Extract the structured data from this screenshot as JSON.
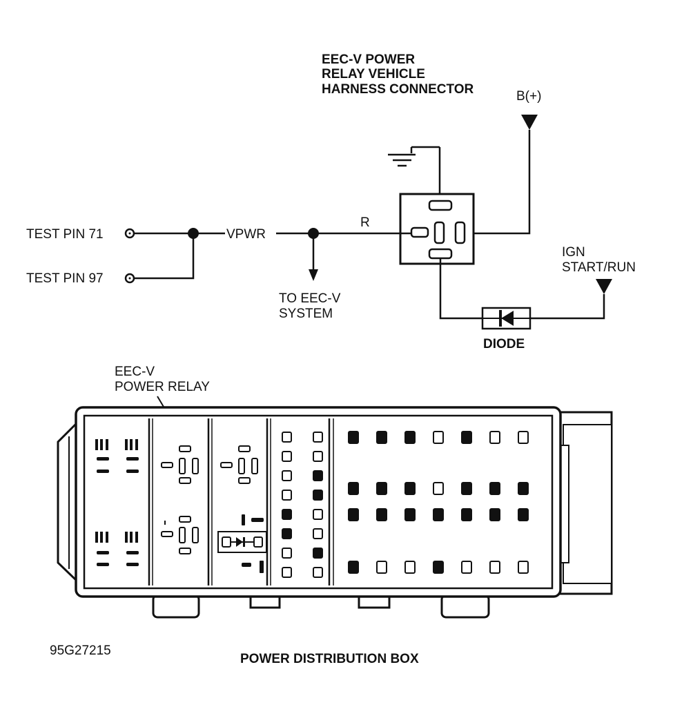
{
  "diagram": {
    "connector_title": [
      "EEC-V POWER",
      "RELAY VEHICLE",
      "HARNESS CONNECTOR"
    ],
    "b_plus": "B(+)",
    "ign_label": [
      "IGN",
      "START/RUN"
    ],
    "test_pin_71": "TEST PIN 71",
    "test_pin_97": "TEST PIN 97",
    "vpwr": "VPWR",
    "wire_r": "R",
    "to_eec": [
      "TO EEC-V",
      "SYSTEM"
    ],
    "diode": "DIODE",
    "relay_callout": [
      "EEC-V",
      "POWER RELAY"
    ],
    "figure_id": "95G27215",
    "box_title": "POWER DISTRIBUTION BOX"
  }
}
